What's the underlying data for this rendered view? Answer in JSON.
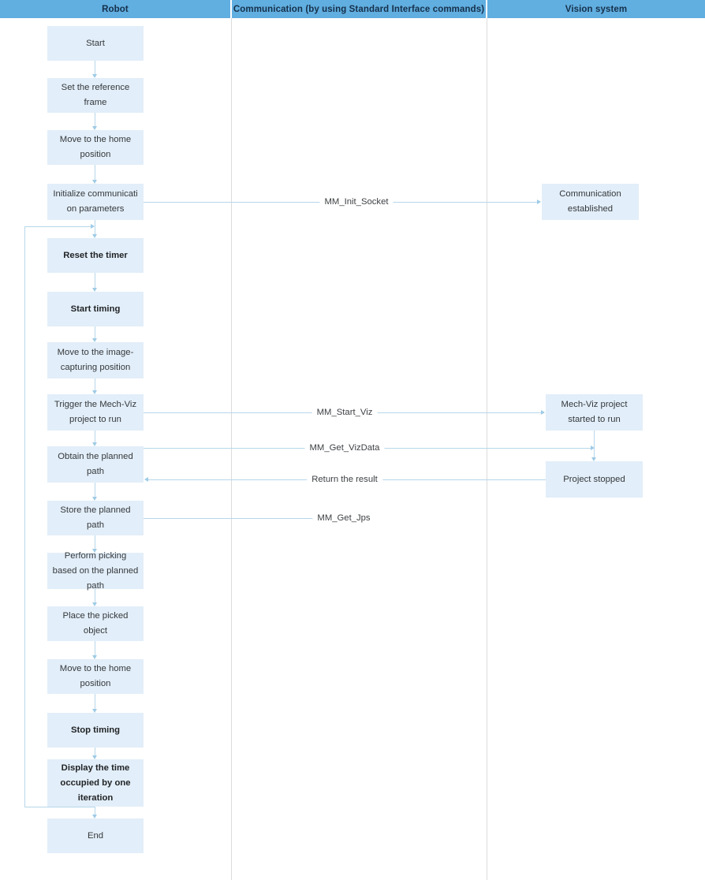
{
  "diagram": {
    "type": "swimlane-flowchart",
    "title": "Robot / Communication / Vision system interaction flow",
    "colors": {
      "lane_header_fill": "#61aee0",
      "node_fill": "#e2eef9",
      "connector": "#b7d7ea",
      "arrowhead": "#9ecbe6",
      "divider": "#dcdcdc",
      "text": "#35383b",
      "background": "#ffffff"
    }
  },
  "lanes": [
    {
      "id": "robot",
      "label": "Robot"
    },
    {
      "id": "communication",
      "label": "Communication (by using Standard Interface commands)"
    },
    {
      "id": "vision",
      "label": "Vision system"
    }
  ],
  "robot_nodes": [
    {
      "id": "start",
      "label": "Start",
      "bold": false
    },
    {
      "id": "set-frame",
      "label": "Set the reference frame",
      "bold": false
    },
    {
      "id": "home-1",
      "label": "Move to the home position",
      "bold": false
    },
    {
      "id": "init-comm",
      "label": "Initialize communicati on parameters",
      "bold": false
    },
    {
      "id": "reset-timer",
      "label": "Reset the timer",
      "bold": true
    },
    {
      "id": "start-timing",
      "label": "Start timing",
      "bold": true
    },
    {
      "id": "move-capture",
      "label": "Move to the image-capturing position",
      "bold": false
    },
    {
      "id": "trigger-viz",
      "label": "Trigger the Mech-Viz project to run",
      "bold": false
    },
    {
      "id": "obtain-path",
      "label": "Obtain the planned path",
      "bold": false
    },
    {
      "id": "store-path",
      "label": "Store the planned path",
      "bold": false
    },
    {
      "id": "perform-pick",
      "label": "Perform picking based on the planned path",
      "bold": false
    },
    {
      "id": "place-object",
      "label": "Place the picked object",
      "bold": false
    },
    {
      "id": "home-2",
      "label": "Move to the home position",
      "bold": false
    },
    {
      "id": "stop-timing",
      "label": "Stop timing",
      "bold": true
    },
    {
      "id": "display-time",
      "label": "Display the time occupied by one iteration",
      "bold": true
    },
    {
      "id": "end",
      "label": "End",
      "bold": false
    }
  ],
  "vision_nodes": [
    {
      "id": "comm-established",
      "label": "Communication established"
    },
    {
      "id": "viz-started",
      "label": "Mech-Viz project started to run"
    },
    {
      "id": "project-stopped",
      "label": "Project stopped"
    }
  ],
  "messages": [
    {
      "id": "init-socket",
      "label": "MM_Init_Socket",
      "direction": "right",
      "from": "init-comm",
      "to": "comm-established"
    },
    {
      "id": "start-viz",
      "label": "MM_Start_Viz",
      "direction": "right",
      "from": "trigger-viz",
      "to": "viz-started"
    },
    {
      "id": "get-vizdata",
      "label": "MM_Get_VizData",
      "direction": "right",
      "from": "obtain-path",
      "to": "project-stopped"
    },
    {
      "id": "return-result",
      "label": "Return the result",
      "direction": "left",
      "from": "project-stopped",
      "to": "obtain-path"
    },
    {
      "id": "get-jps",
      "label": "MM_Get_Jps",
      "direction": "none",
      "from": "store-path",
      "to": ""
    }
  ]
}
